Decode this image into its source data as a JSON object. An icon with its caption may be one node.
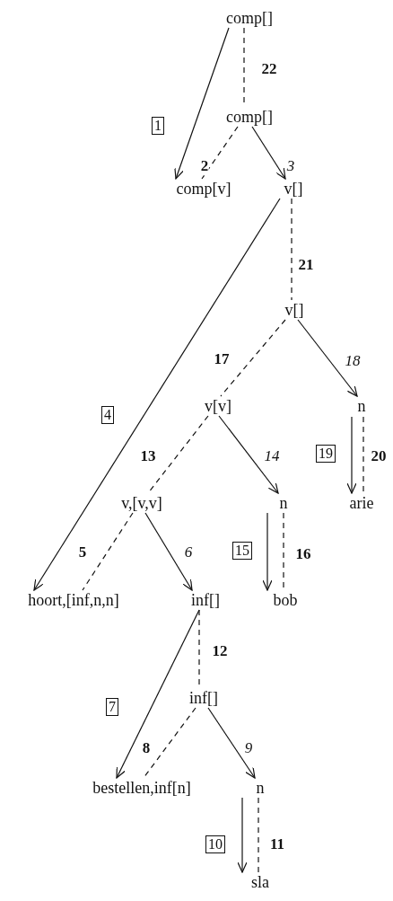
{
  "diagram": {
    "nodes": [
      {
        "text": [
          "comp[]"
        ]
      },
      {
        "text": [
          "comp[]"
        ]
      },
      {
        "text": [
          "comp[v]"
        ]
      },
      {
        "text": [
          "v[]"
        ]
      },
      {
        "text": [
          "v[]"
        ]
      },
      {
        "text": [
          "v[v]"
        ]
      },
      {
        "text": [
          "n"
        ]
      },
      {
        "text": [
          "v,[v,v]"
        ]
      },
      {
        "text": [
          "n"
        ]
      },
      {
        "text": [
          "arie"
        ]
      },
      {
        "text": [
          "hoort,[inf,n,n]"
        ]
      },
      {
        "text": [
          "inf[]"
        ]
      },
      {
        "text": [
          "bob"
        ]
      },
      {
        "text": [
          "inf[]"
        ]
      },
      {
        "text": [
          "bestellen,inf[n]"
        ]
      },
      {
        "text": [
          "n"
        ]
      },
      {
        "text": [
          "sla"
        ]
      }
    ],
    "edges": [
      {
        "from": 0,
        "to": 2,
        "arrow": "to",
        "label": "1"
      },
      {
        "from": 0,
        "to": 1,
        "arrow": "none",
        "label": "22",
        "style": "dashed"
      },
      {
        "from": 1,
        "to": 2,
        "arrow": "none",
        "label": "2",
        "style": "dashed"
      },
      {
        "from": 1,
        "to": 3,
        "arrow": "to",
        "label": "3"
      },
      {
        "from": 3,
        "to": 10,
        "arrow": "to",
        "label": "4"
      },
      {
        "from": 3,
        "to": 4,
        "arrow": "none",
        "label": "21",
        "style": "dashed"
      },
      {
        "from": 4,
        "to": 5,
        "arrow": "none",
        "label": "17",
        "style": "dashed"
      },
      {
        "from": 4,
        "to": 6,
        "arrow": "to",
        "label": "18"
      },
      {
        "from": 5,
        "to": 7,
        "arrow": "none",
        "label": "13",
        "style": "dashed"
      },
      {
        "from": 5,
        "to": 8,
        "arrow": "to",
        "label": "14"
      },
      {
        "from": 6,
        "to": 9,
        "arrow": "to",
        "label": "19"
      },
      {
        "from": 6,
        "to": 9,
        "arrow": "none",
        "label": "20",
        "style": "dashed"
      },
      {
        "from": 7,
        "to": 10,
        "arrow": "none",
        "label": "5",
        "style": "dashed"
      },
      {
        "from": 7,
        "to": 11,
        "arrow": "to",
        "label": "6"
      },
      {
        "from": 8,
        "to": 12,
        "arrow": "to",
        "label": "15"
      },
      {
        "from": 8,
        "to": 12,
        "arrow": "none",
        "label": "16",
        "style": "dashed"
      },
      {
        "from": 11,
        "to": 14,
        "arrow": "to",
        "label": "7"
      },
      {
        "from": 11,
        "to": 13,
        "arrow": "none",
        "label": "12",
        "style": "dashed"
      },
      {
        "from": 13,
        "to": 14,
        "arrow": "none",
        "label": "8",
        "style": "dashed"
      },
      {
        "from": 13,
        "to": 15,
        "arrow": "to",
        "label": "9"
      },
      {
        "from": 15,
        "to": 16,
        "arrow": "to",
        "label": "10"
      },
      {
        "from": 15,
        "to": 16,
        "arrow": "none",
        "label": "11",
        "style": "dashed"
      }
    ]
  }
}
